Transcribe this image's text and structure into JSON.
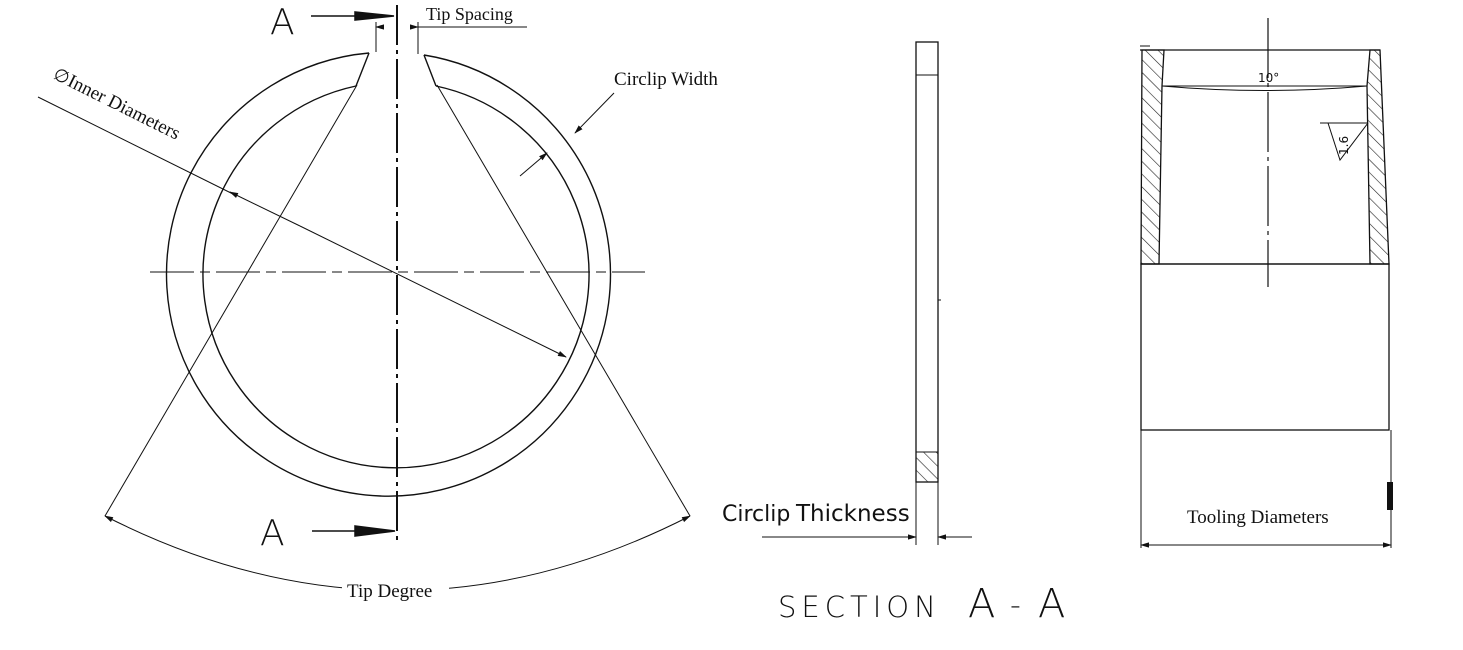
{
  "labels": {
    "section_marker_top": "A",
    "section_marker_bottom": "A",
    "tip_spacing": "Tip Spacing",
    "inner_diameters": "Inner Diameters",
    "diameter_symbol": "∅",
    "circlip_width": "Circlip Width",
    "tip_degree": "Tip Degree",
    "circlip_thickness_prefix": "Circlip",
    "circlip_thickness_word": "Thickness",
    "section_title_word": "SECTION",
    "section_title_a1": "A",
    "section_title_dash": "-",
    "section_title_a2": "A",
    "tooling_diameters": "Tooling Diameters",
    "taper_angle": "10°",
    "surface_finish": "1.6"
  }
}
